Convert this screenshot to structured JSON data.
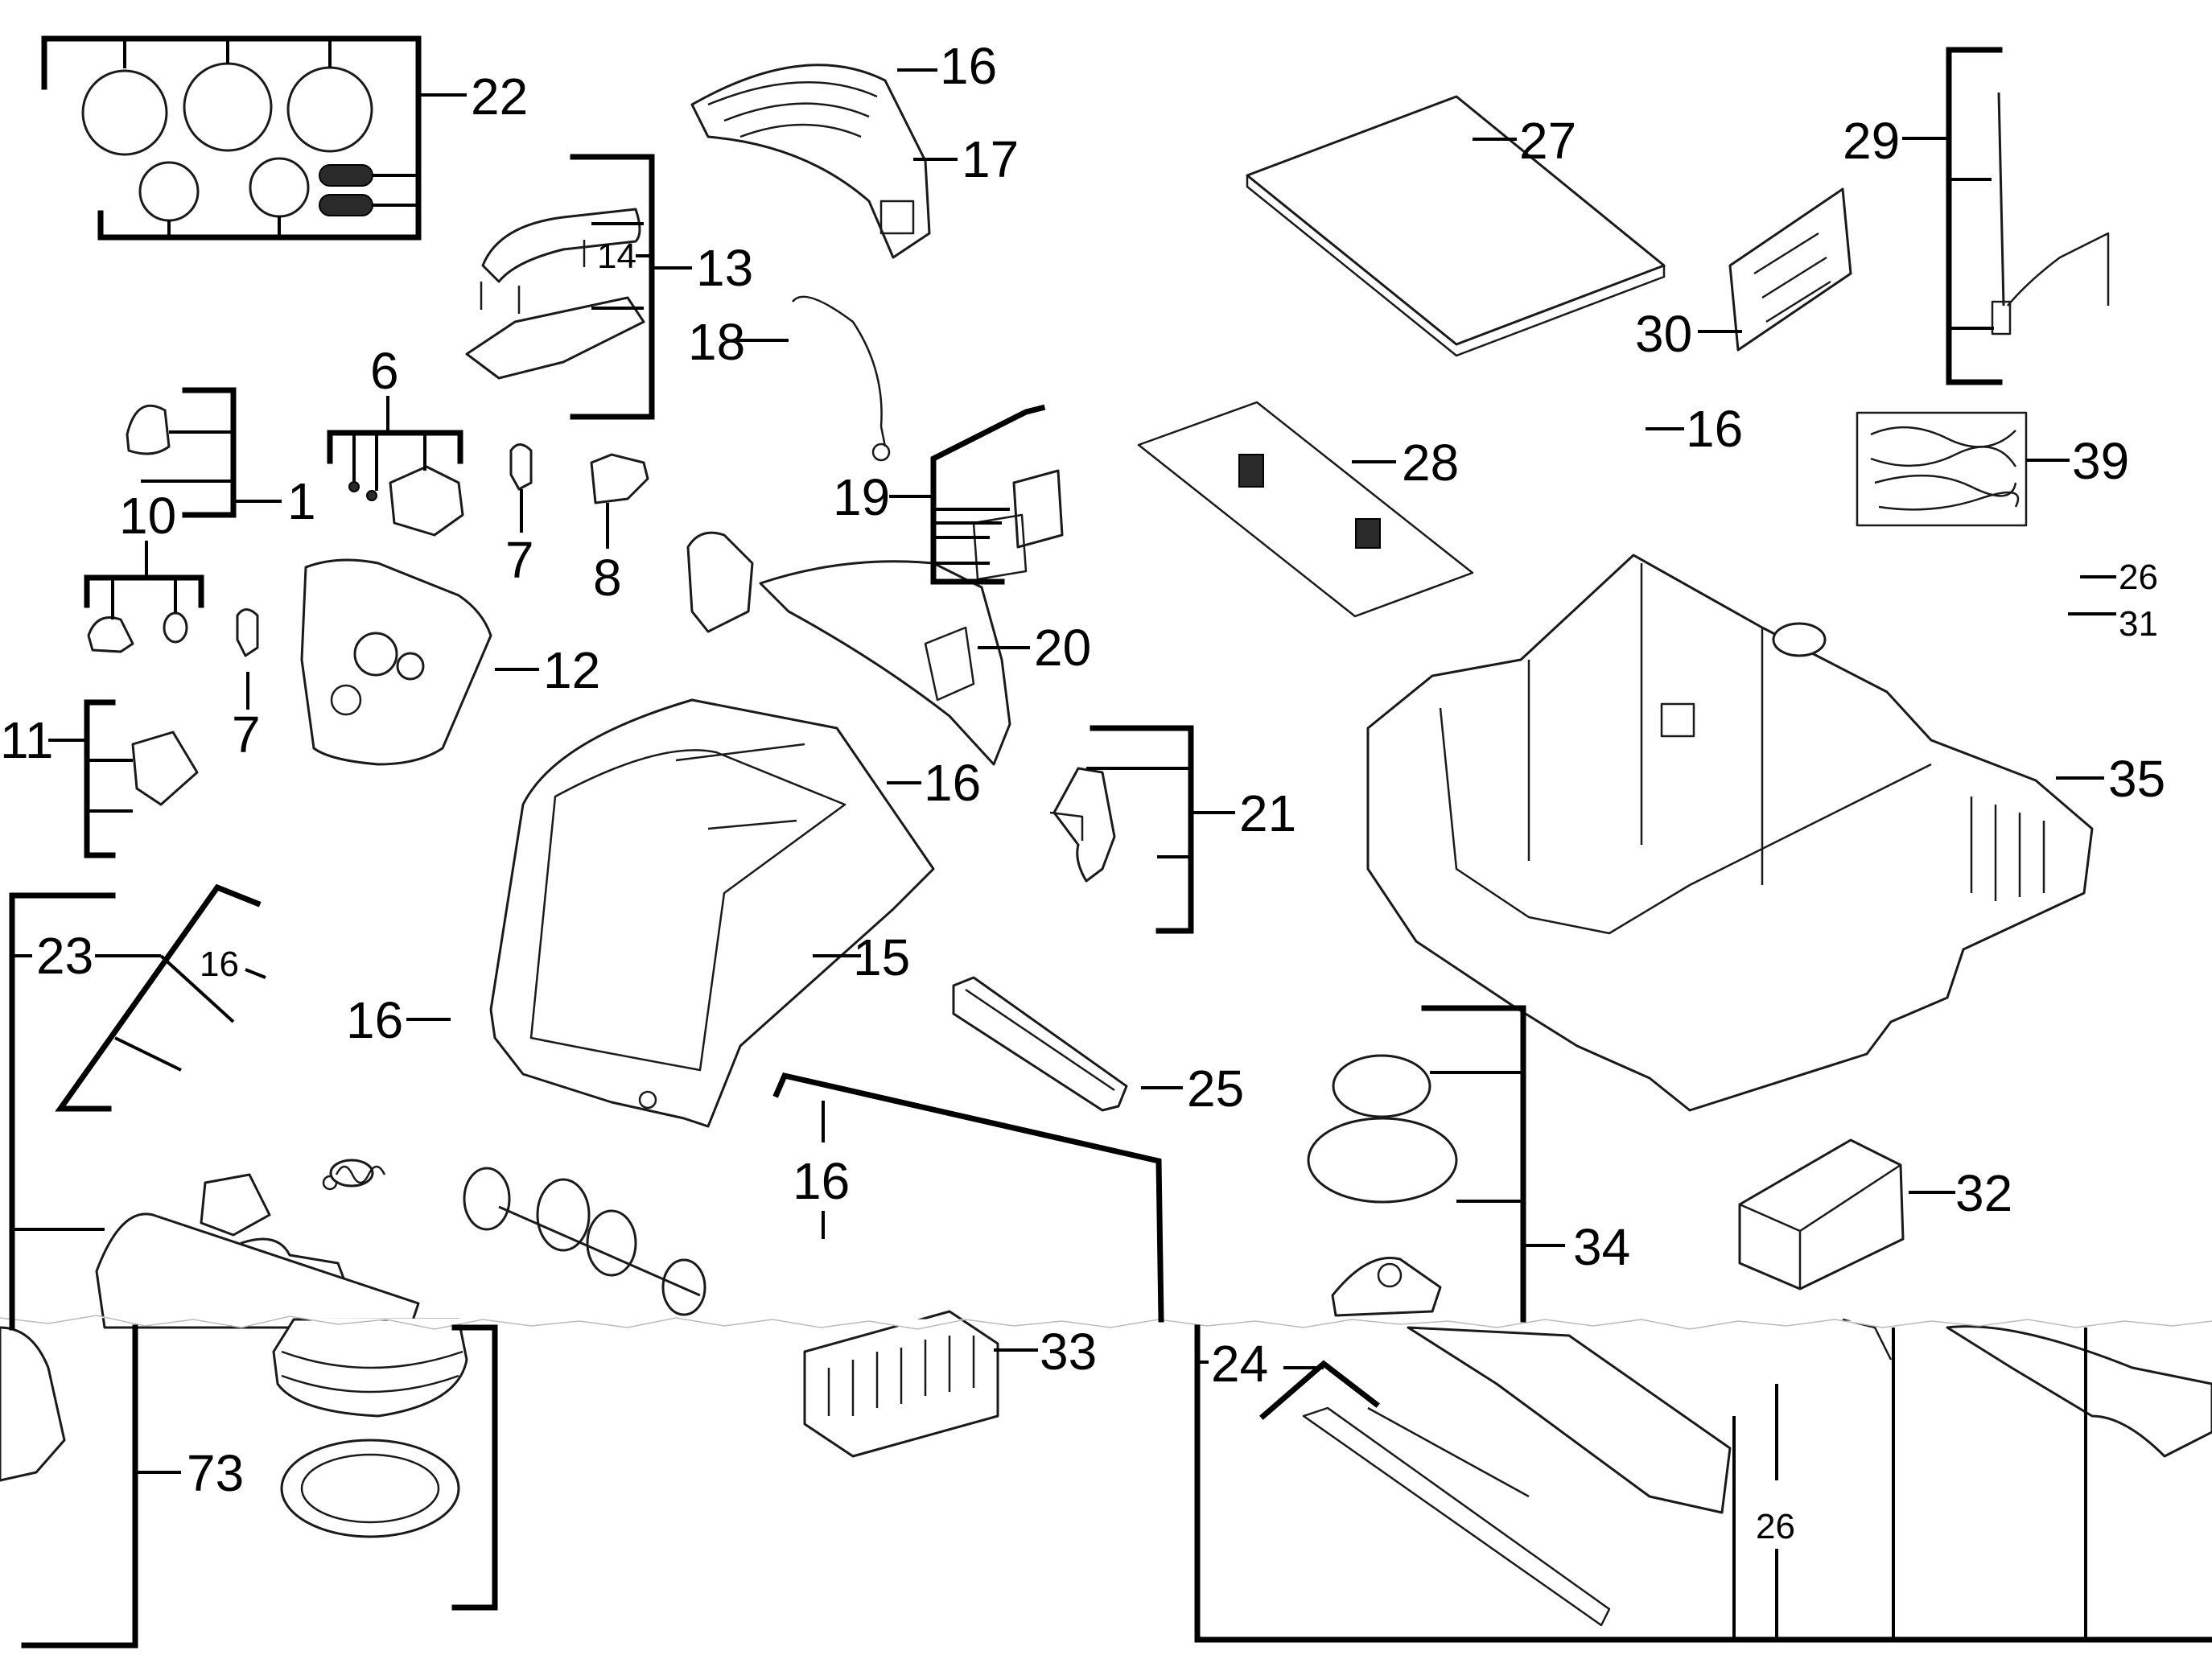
{
  "labels": {
    "l22": "22",
    "l16a": "16",
    "l17": "17",
    "l14": "14",
    "l13": "13",
    "l27": "27",
    "l29": "29",
    "l30": "30",
    "l6": "6",
    "l18": "18",
    "l1": "1",
    "l10": "10",
    "l7a": "7",
    "l8": "8",
    "l19": "19",
    "l28": "28",
    "l16b": "16",
    "l39": "39",
    "l26a": "26",
    "l31": "31",
    "l12": "12",
    "l20": "20",
    "l7b": "7",
    "l11": "11",
    "l16c": "16",
    "l21": "21",
    "l35": "35",
    "l23": "23",
    "l16d": "16",
    "l15": "15",
    "l16e": "16",
    "l25": "25",
    "l16f": "16",
    "l34": "34",
    "l32": "32",
    "l33": "33",
    "l24": "24",
    "l73": "73",
    "l26b": "26"
  }
}
